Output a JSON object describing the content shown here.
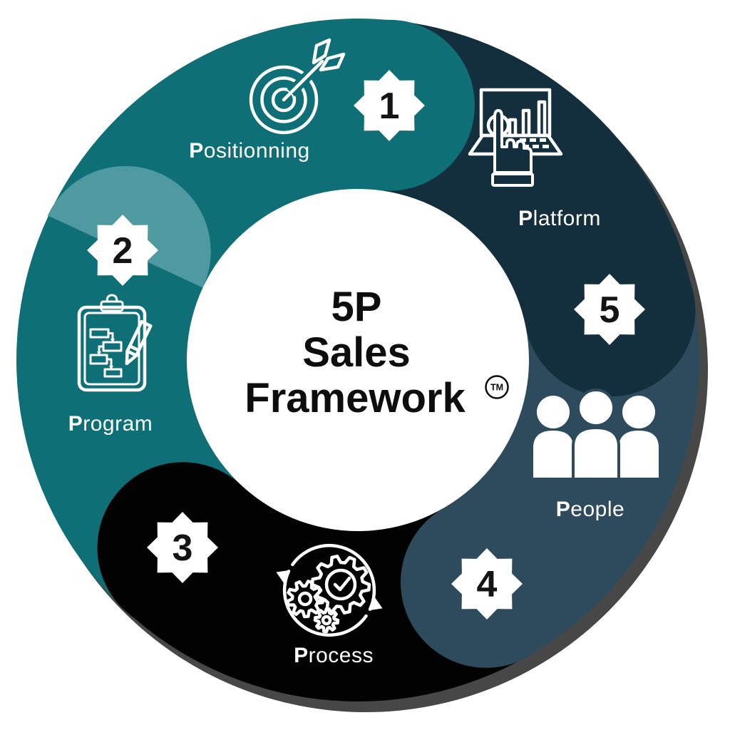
{
  "title": {
    "line1": "5P",
    "line2": "Sales",
    "line3": "Framework",
    "trademark": "TM"
  },
  "colors": {
    "teal": "#0E6F76",
    "teal_light": "#4F99A0",
    "navy": "#132E3D",
    "slate": "#2E4B5E",
    "black": "#020202",
    "shadow": "#474747",
    "center_bg": "#FFFFFF",
    "badge_bg": "#FFFFFF",
    "badge_text": "#141414",
    "label_text": "#FFFFFF",
    "title_text": "#0D0D0D"
  },
  "segments": [
    {
      "id": "positionning",
      "number": "1",
      "label_initial": "P",
      "label_rest": "ositionning",
      "color": "#0E6F76",
      "icon": "target-dart-icon"
    },
    {
      "id": "program",
      "number": "2",
      "label_initial": "P",
      "label_rest": "rogram",
      "color": "#0E6F76",
      "cap_color": "#4F99A0",
      "icon": "clipboard-plan-icon"
    },
    {
      "id": "process",
      "number": "3",
      "label_initial": "P",
      "label_rest": "rocess",
      "color": "#020202",
      "icon": "gears-cycle-icon"
    },
    {
      "id": "people",
      "number": "4",
      "label_initial": "P",
      "label_rest": "eople",
      "color": "#2E4B5E",
      "icon": "people-group-icon"
    },
    {
      "id": "platform",
      "number": "5",
      "label_initial": "P",
      "label_rest": "latform",
      "color": "#132E3D",
      "icon": "laptop-analytics-icon"
    }
  ]
}
